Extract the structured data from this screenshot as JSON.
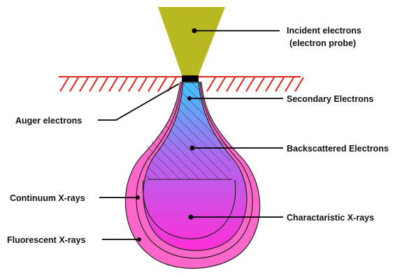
{
  "colors": {
    "probe": "#b8b821",
    "surface_hatch": "#e0231b",
    "probe_tip": "#000000",
    "volume_top": "#3fc4ff",
    "volume_mid": "#b066f0",
    "volume_bottom": "#ff2fd6",
    "outer_envelope": "#ff66c9",
    "leader": "#000000"
  },
  "labels": {
    "incident_line1": "Incident electrons",
    "incident_line2": "(electron probe)",
    "secondary": "Secondary Electrons",
    "auger": "Auger electrons",
    "backscattered": "Backscattered Electrons",
    "continuum": "Continuum X-rays",
    "characteristic": "Charactaristic X-rays",
    "fluorescent": "Fluorescent X-rays"
  }
}
